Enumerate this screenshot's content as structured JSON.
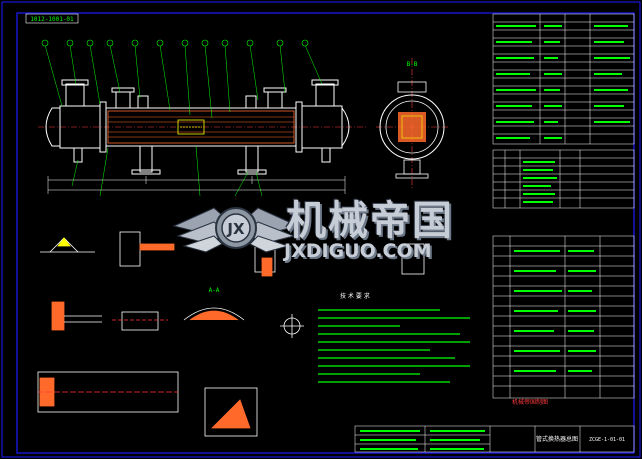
{
  "drawing": {
    "stamp_text": "1012-1001-01",
    "detail_labels": [
      "A-A",
      "B-B"
    ],
    "notes_title": "技 术 要 求",
    "designer_unit": "机械帝国制图",
    "drawing_title": "管式换热器总图",
    "drawing_number": "ZCGE-1-01-01",
    "colors": {
      "background": "#000000",
      "frame": "#1c1cff",
      "geometry": "#ffffff",
      "centerline": "#ff3b3b",
      "annotation": "#00ff00",
      "tube_fill": "#ff6a2b",
      "accent": "#ffff00"
    }
  },
  "watermark": {
    "cn_text": "机械帝国",
    "en_text": "JXDIGUO.COM",
    "logo_icon": "gear-wings-logo-icon",
    "colors": {
      "text": "#c7cdd6",
      "shadow": "#6c7787",
      "outline": "#2a3340"
    }
  }
}
